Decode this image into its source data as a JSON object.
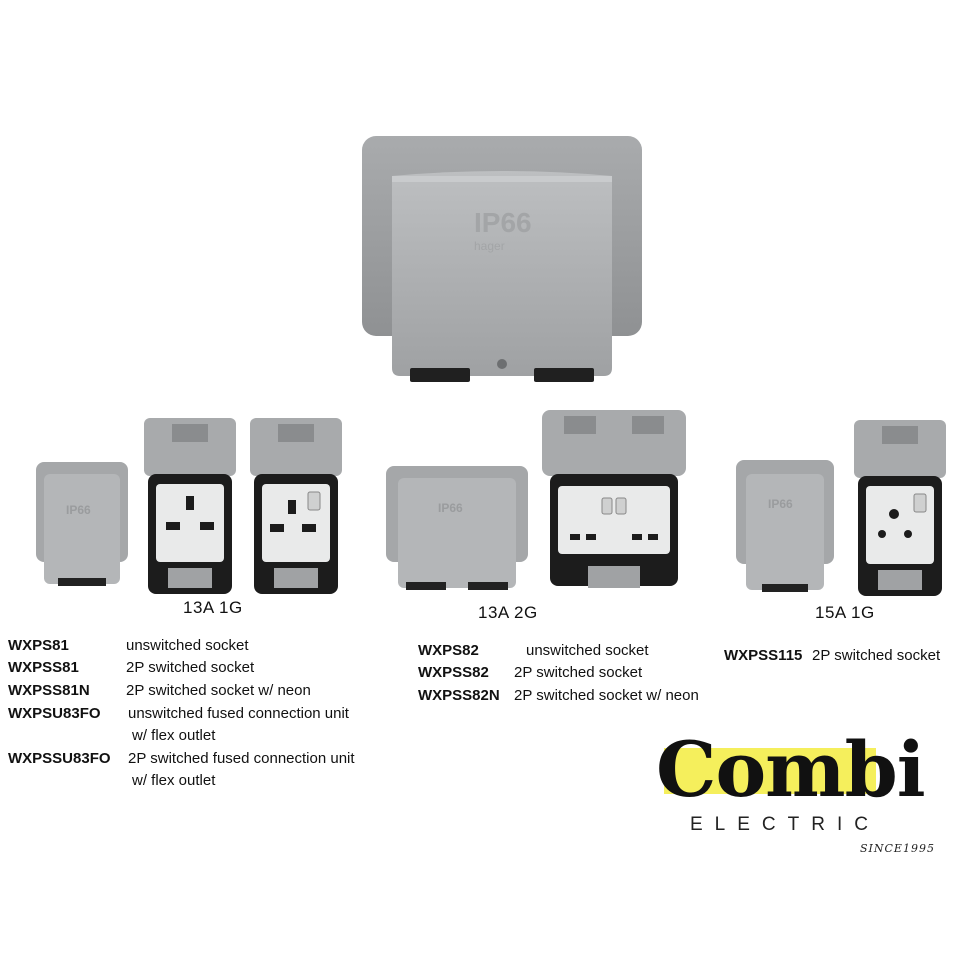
{
  "hero": {
    "label": "IP66",
    "brand": "hager"
  },
  "groups": [
    {
      "title": "13A 1G",
      "rows": [
        {
          "code": "WXPS81",
          "desc": [
            "unswitched socket"
          ]
        },
        {
          "code": "WXPSS81",
          "desc": [
            "2P switched socket"
          ]
        },
        {
          "code": "WXPSS81N",
          "desc": [
            "2P switched socket w/ neon"
          ]
        },
        {
          "code": "WXPSU83FO",
          "desc": [
            "unswitched fused connection unit",
            "w/ flex outlet"
          ]
        },
        {
          "code": "WXPSSU83FO",
          "desc": [
            "2P switched fused connection unit",
            "w/ flex outlet"
          ]
        }
      ]
    },
    {
      "title": "13A 2G",
      "rows": [
        {
          "code": "WXPS82",
          "desc": [
            "unswitched socket"
          ]
        },
        {
          "code": "WXPSS82",
          "desc": [
            "2P switched socket"
          ]
        },
        {
          "code": "WXPSS82N",
          "desc": [
            "2P switched socket w/ neon"
          ]
        }
      ]
    },
    {
      "title": "15A 1G",
      "rows": [
        {
          "code": "WXPSS115",
          "desc": [
            "2P switched socket"
          ]
        }
      ]
    }
  ],
  "small_cover_label": "IP66",
  "logo": {
    "word": "Combi",
    "sub": "ELECTRIC",
    "since": "SINCE1995",
    "highlight_color": "#f5ef5c"
  },
  "colors": {
    "housing": "#9a9c9e",
    "housing_light": "#b9bbbd",
    "insert": "#e9eaea",
    "frame": "#1c1c1c"
  }
}
